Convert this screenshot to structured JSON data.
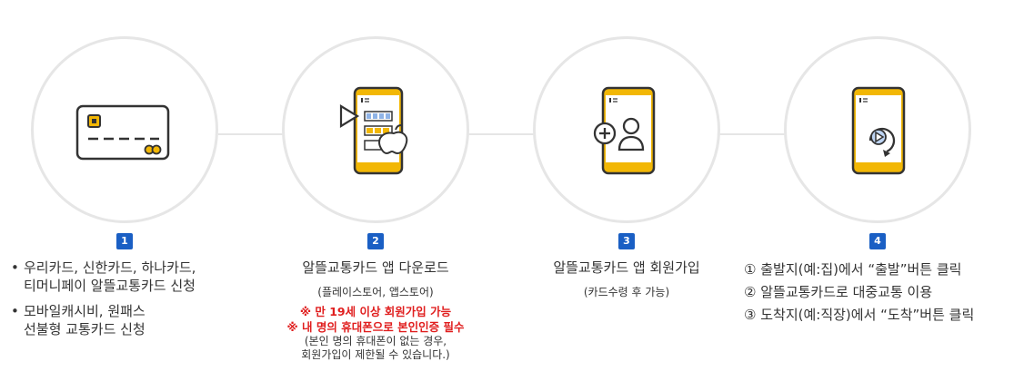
{
  "steps": [
    {
      "number": "1",
      "icon": "credit-card-icon",
      "bullets": [
        [
          "우리카드, 신한카드, 하나카드,",
          "티머니페이  알뜰교통카드 신청"
        ],
        [
          "모바일캐시비, 원패스",
          "선불형 교통카드 신청"
        ]
      ]
    },
    {
      "number": "2",
      "icon": "app-download-phone-icon",
      "title": "알뜰교통카드 앱 다운로드",
      "subtitle": "(플레이스토어, 앱스토어)",
      "warnings": [
        "※ 만 19세 이상 회원가입 가능",
        "※ 내 명의 휴대폰으로 본인인증 필수"
      ],
      "note": [
        "(본인 명의 휴대폰이 없는 경우,",
        "회원가입이 제한될 수 있습니다.)"
      ]
    },
    {
      "number": "3",
      "icon": "add-user-phone-icon",
      "title": "알뜰교통카드 앱 회원가입",
      "subtitle": "(카드수령 후 가능)"
    },
    {
      "number": "4",
      "icon": "play-phone-icon",
      "lines": [
        "① 출발지(예:집)에서 “출발”버튼 클릭",
        "② 알뜰교통카드로 대중교통 이용",
        "③ 도착지(예:직장)에서 “도착”버튼 클릭"
      ]
    }
  ],
  "colors": {
    "badge": "#1a5fc4",
    "accent_yellow": "#f2b705",
    "icon_dark": "#333333",
    "circle_border": "#e6e6e6",
    "warning_red": "#e01e1e"
  }
}
